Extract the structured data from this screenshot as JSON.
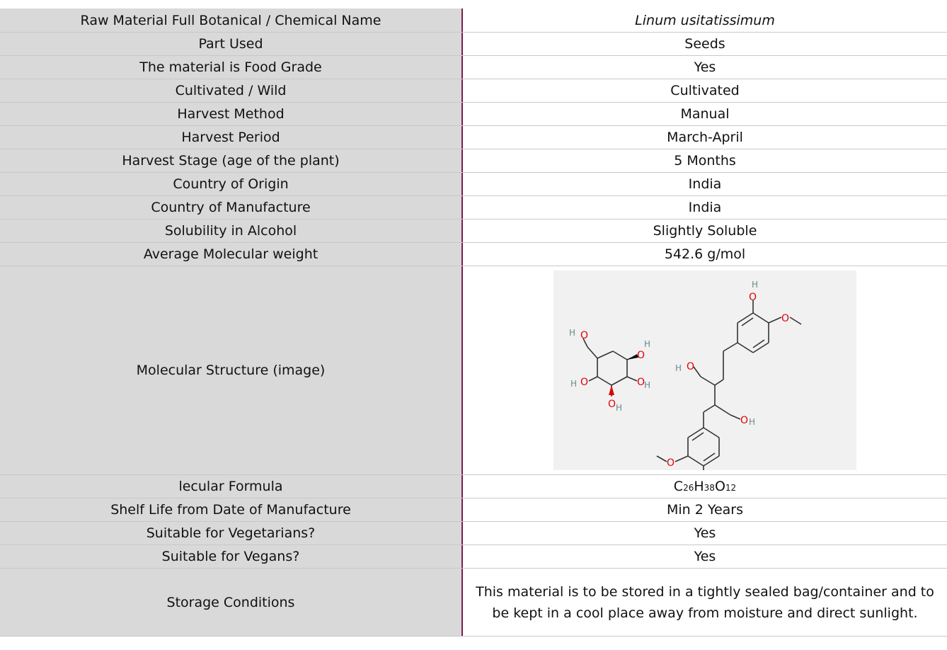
{
  "rows": [
    {
      "label": "Raw Material Full Botanical / Chemical Name",
      "value": "Linum usitatissimum"
    },
    {
      "label": "Part Used",
      "value": "Seeds"
    },
    {
      "label": "The material is Food Grade",
      "value": "Yes"
    },
    {
      "label": "Cultivated / Wild",
      "value": "Cultivated"
    },
    {
      "label": "Harvest Method",
      "value": "Manual"
    },
    {
      "label": "Harvest Period",
      "value": "March-April"
    },
    {
      "label": "Harvest Stage (age of the plant)",
      "value": "5 Months"
    },
    {
      "label": "Country of Origin",
      "value": "India"
    },
    {
      "label": "Country of Manufacture",
      "value": "India"
    },
    {
      "label": "Solubility in Alcohol",
      "value": "Slightly Soluble"
    },
    {
      "label": "Average Molecular weight",
      "value": "542.6 g/mol"
    },
    {
      "label": "Molecular Structure (image)"
    },
    {
      "label": "lecular Formula",
      "formula": {
        "c": "C",
        "c_n": "26",
        "h": "H",
        "h_n": "38",
        "o": "O",
        "o_n": "12"
      }
    },
    {
      "label": "Shelf Life from Date of Manufacture",
      "value": "Min 2 Years"
    },
    {
      "label": "Suitable for Vegetarians?",
      "value": "Yes"
    },
    {
      "label": "Suitable for Vegans?",
      "value": "Yes"
    },
    {
      "label": "Storage Conditions",
      "value": "This material is to be stored in a tightly sealed bag/container and to be kept in a cool place away from moisture and direct sunlight."
    }
  ],
  "structure_atoms": {
    "o": "O",
    "h": "H"
  }
}
